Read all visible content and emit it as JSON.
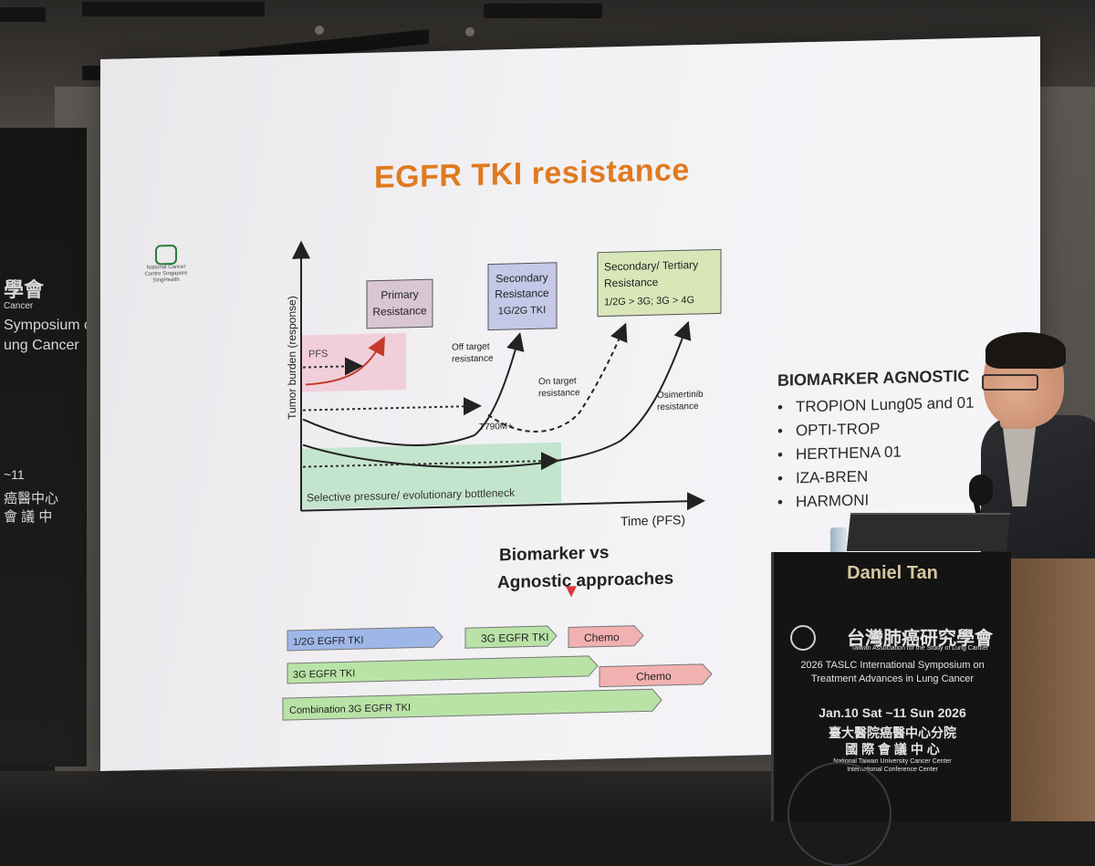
{
  "slide": {
    "title": "EGFR TKI resistance",
    "logo": {
      "line1": "National Cancer",
      "line2": "Centre Singapore",
      "line3": "SingHealth"
    },
    "chart_data": {
      "type": "diagram",
      "xlabel": "Time (PFS)",
      "ylabel": "Tumor burden (response)",
      "boxes": [
        {
          "lines": [
            "Primary",
            "Resistance"
          ],
          "color": "#d8c6d3"
        },
        {
          "lines": [
            "Secondary",
            "Resistance",
            "1G/2G TKI"
          ],
          "color": "#c3c9e6"
        },
        {
          "lines": [
            "Secondary/ Tertiary",
            "Resistance",
            "1/2G > 3G; 3G > 4G"
          ],
          "color": "#d8e6b8"
        }
      ],
      "labels": {
        "pfs": "PFS",
        "off_target": [
          "Off target",
          "resistance"
        ],
        "on_target": [
          "On target",
          "resistance"
        ],
        "t790m": "T790M+",
        "osimertinib": [
          "Osimertinib",
          "resistance"
        ],
        "bottleneck": "Selective pressure/ evolutionary bottleneck"
      },
      "bars": [
        {
          "label": "1/2G EGFR TKI",
          "color": "#9fb7e8"
        },
        {
          "label": "3G EGFR TKI",
          "color": "#b9e3a6"
        },
        {
          "label": "Chemo",
          "color": "#f2b1b1"
        },
        {
          "label": "3G EGFR TKI",
          "color": "#b9e3a6"
        },
        {
          "label": "Chemo",
          "color": "#f2b1b1"
        },
        {
          "label": "Combination 3G EGFR TKI",
          "color": "#b9e3a6"
        }
      ]
    },
    "biomarker_heading": [
      "Biomarker vs",
      "Agnostic approaches"
    ],
    "agnostic": {
      "title": "BIOMARKER AGNOSTIC",
      "items": [
        "TROPION Lung05 and 01",
        "OPTI-TROP",
        "HERTHENA 01",
        "IZA-BREN",
        "HARMONI"
      ]
    }
  },
  "speaker": {
    "name": "Daniel Tan"
  },
  "podium": {
    "org_zh": "台灣肺癌研究學會",
    "org_en": "Taiwan Association for the Study of Lung Cancer",
    "event_line1": "2026 TASLC International Symposium on",
    "event_line2": "Treatment Advances in Lung Cancer",
    "dates": "Jan.10 Sat ~11 Sun 2026",
    "venue_zh1": "臺大醫院癌醫中心分院",
    "venue_zh2": "國 際 會 議 中 心",
    "venue_en1": "National Taiwan University Cancer Center",
    "venue_en2": "International Conference Center"
  },
  "left_banner": {
    "line1": "學會",
    "line2": "Cancer",
    "line3": "Symposium o",
    "line4": "ung Cancer",
    "line5": "~11",
    "line6": "癌醫中心",
    "line7": "會 議 中"
  }
}
